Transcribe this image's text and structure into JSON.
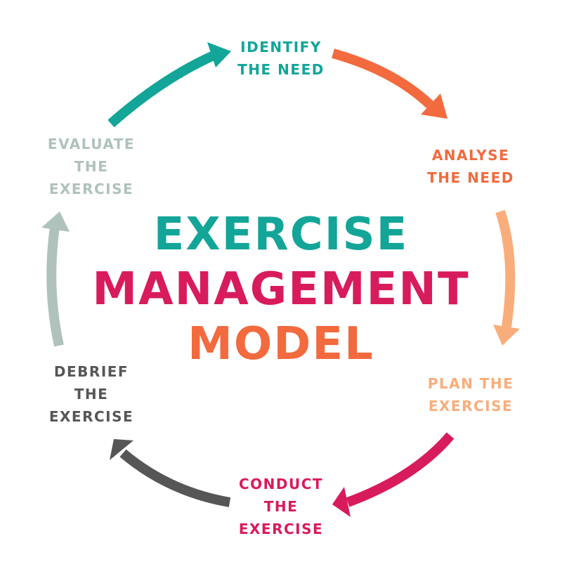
{
  "colors": {
    "teal": "#12a598",
    "orange": "#f26a3d",
    "peach": "#f9ad7b",
    "magenta": "#d81b5c",
    "charcoal": "#565656",
    "sage": "#afc2bc"
  },
  "title": {
    "line1": "EXERCISE",
    "line2": "MANAGEMENT",
    "line3": "MODEL"
  },
  "stages": {
    "identify": {
      "line1": "IDENTIFY",
      "line2": "THE NEED"
    },
    "analyse": {
      "line1": "ANALYSE",
      "line2": "THE NEED"
    },
    "plan": {
      "line1": "PLAN THE",
      "line2": "EXERCISE"
    },
    "conduct": {
      "line1": "CONDUCT",
      "line2": "THE",
      "line3": "EXERCISE"
    },
    "debrief": {
      "line1": "DEBRIEF",
      "line2": "THE",
      "line3": "EXERCISE"
    },
    "evaluate": {
      "line1": "EVALUATE",
      "line2": "THE",
      "line3": "EXERCISE"
    }
  }
}
